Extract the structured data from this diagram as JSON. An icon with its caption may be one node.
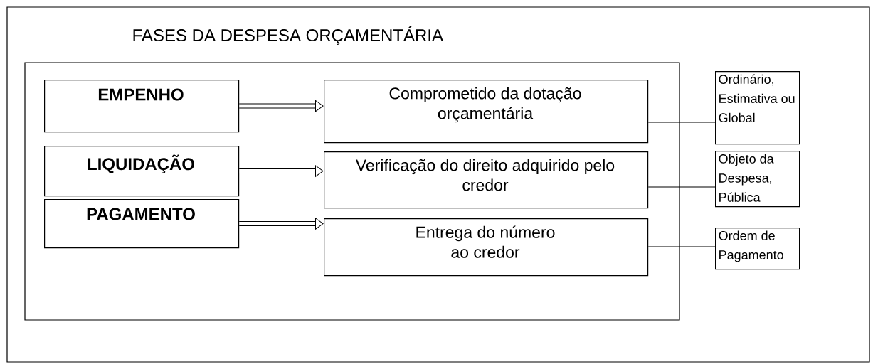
{
  "diagram": {
    "title": "FASES DA DESPESA ORÇAMENTÁRIA",
    "nodes": [
      {
        "text": [],
        "shape": "box"
      },
      {
        "text": [
          "EMPENHO"
        ],
        "in": 0
      },
      {
        "text": [
          "LIQUIDAÇÃO"
        ],
        "in": 0
      },
      {
        "text": [
          "PAGAMENTO"
        ],
        "in": 0
      },
      {
        "text": [
          "Comprometido da dotação orçamentária"
        ],
        "in": 0
      },
      {
        "text": [
          "Verificação do direito adquirido pelo credor"
        ],
        "in": 0
      },
      {
        "text": [
          "Entrega do número ao credor"
        ],
        "in": 0
      },
      {
        "text": [
          "Ordinário, Estimativa ou Global"
        ]
      },
      {
        "text": [
          "Objeto da Despesa, Pública"
        ]
      },
      {
        "text": [
          "Ordem de Pagamento"
        ]
      }
    ],
    "edges": [
      {
        "from": 1,
        "to": 4,
        "arrow": "to",
        "style": "thick"
      },
      {
        "from": 2,
        "to": 5,
        "arrow": "to",
        "style": "thick"
      },
      {
        "from": 3,
        "to": 6,
        "arrow": "to",
        "style": "thick"
      },
      {
        "from": 4,
        "to": 7,
        "arrow": "none"
      },
      {
        "from": 5,
        "to": 8,
        "arrow": "none"
      },
      {
        "from": 6,
        "to": 9,
        "arrow": "none"
      }
    ]
  }
}
